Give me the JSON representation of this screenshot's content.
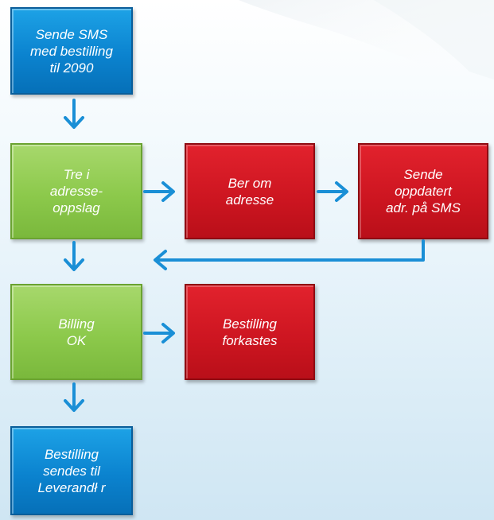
{
  "nodes": {
    "send_sms": "Sende SMS\nmed bestilling\ntil 2090",
    "address_lookup": "Tre    i\nadresse-\noppslag",
    "ask_address": "Ber om\nadresse",
    "send_updated": "Sende\noppdatert\nadr. på SMS",
    "billing_ok": "Billing\nOK",
    "order_discarded": "Bestilling\nforkastes",
    "order_sent": "Bestilling\nsendes til\nLeverandł r"
  },
  "colors": {
    "blue": "#0b83cf",
    "green": "#8cc94b",
    "red": "#cc1520",
    "arrow": "#1a8fd6"
  }
}
